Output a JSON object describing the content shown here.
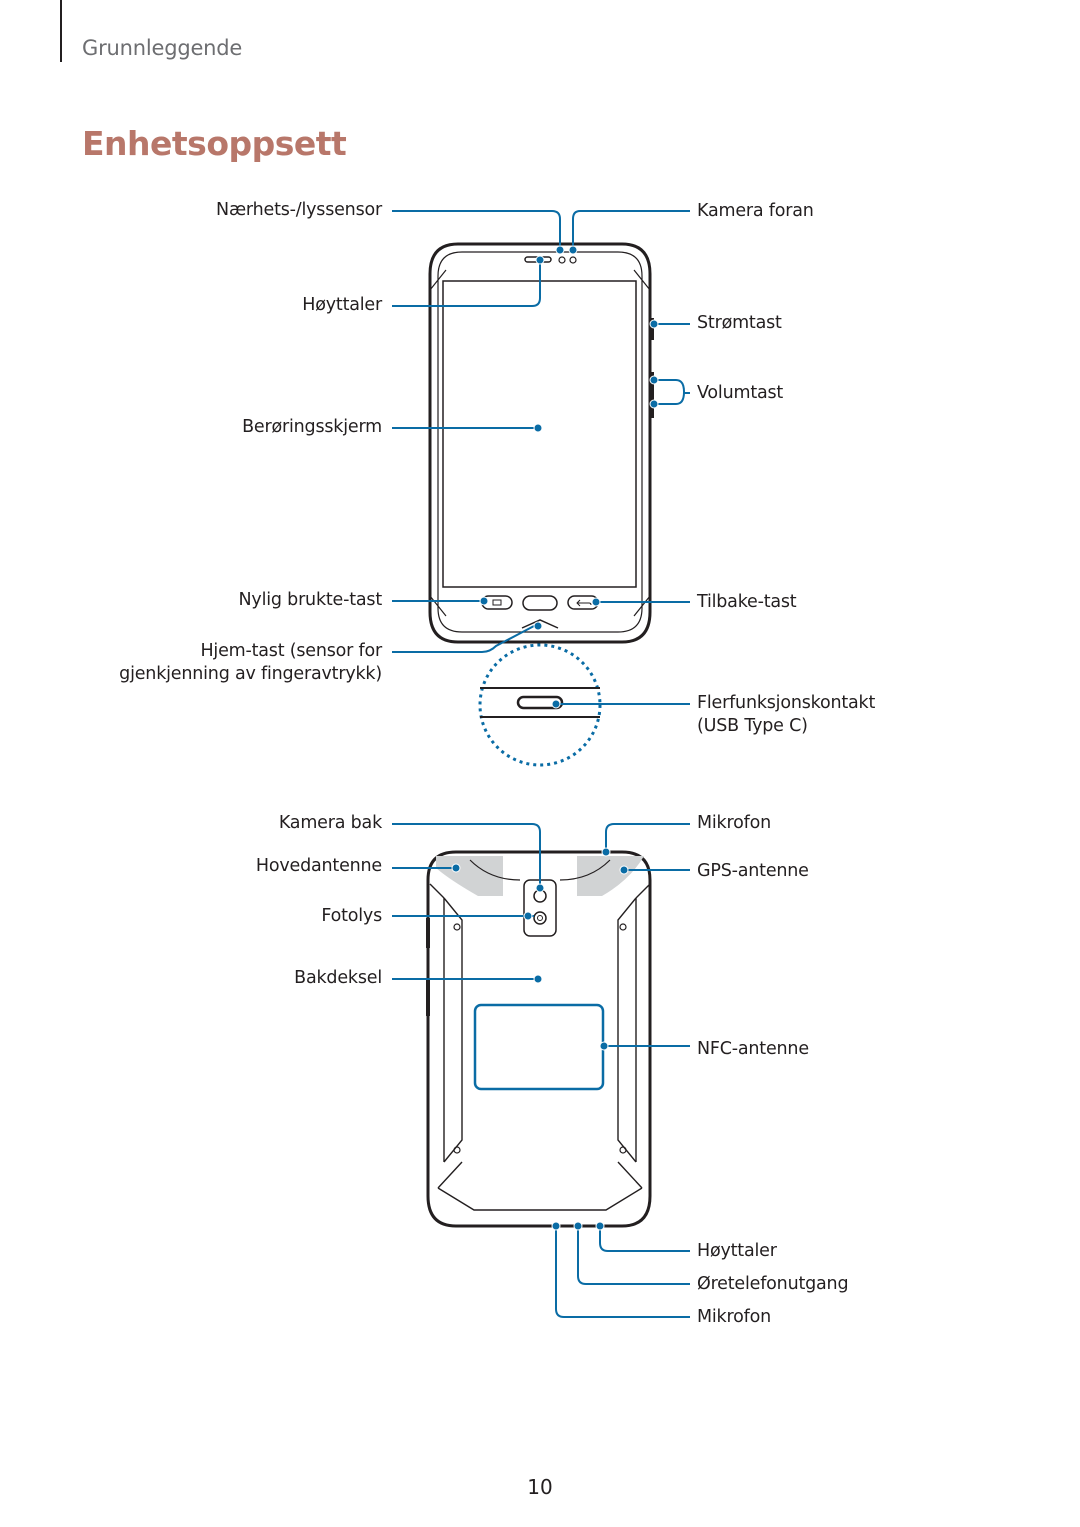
{
  "page": {
    "section": "Grunnleggende",
    "heading": "Enhetsoppsett",
    "page_number": "10"
  },
  "front_view": {
    "labels": {
      "proximity_sensor": "Nærhets-/lyssensor",
      "front_camera": "Kamera foran",
      "earpiece_speaker": "Høyttaler",
      "power_key": "Strømtast",
      "volume_key": "Volumtast",
      "touchscreen": "Berøringsskjerm",
      "recents_key": "Nylig brukte-tast",
      "back_key": "Tilbake-tast",
      "home_key_line1": "Hjem-tast (sensor for",
      "home_key_line2": "gjenkjenning av fingeravtrykk)",
      "usb_port_line1": "Flerfunksjonskontakt",
      "usb_port_line2": "(USB Type C)"
    }
  },
  "back_view": {
    "labels": {
      "rear_camera": "Kamera bak",
      "top_microphone": "Mikrofon",
      "main_antenna": "Hovedantenne",
      "gps_antenna": "GPS-antenne",
      "flash": "Fotolys",
      "back_cover": "Bakdeksel",
      "nfc_antenna": "NFC-antenne",
      "bottom_speaker": "Høyttaler",
      "headset_jack": "Øretelefonutgang",
      "bottom_microphone": "Mikrofon"
    }
  },
  "colors": {
    "heading": "#b8776a",
    "callout": "#0a6ca5",
    "section_text": "#6d6e71",
    "antenna_shade": "#d1d3d4"
  }
}
